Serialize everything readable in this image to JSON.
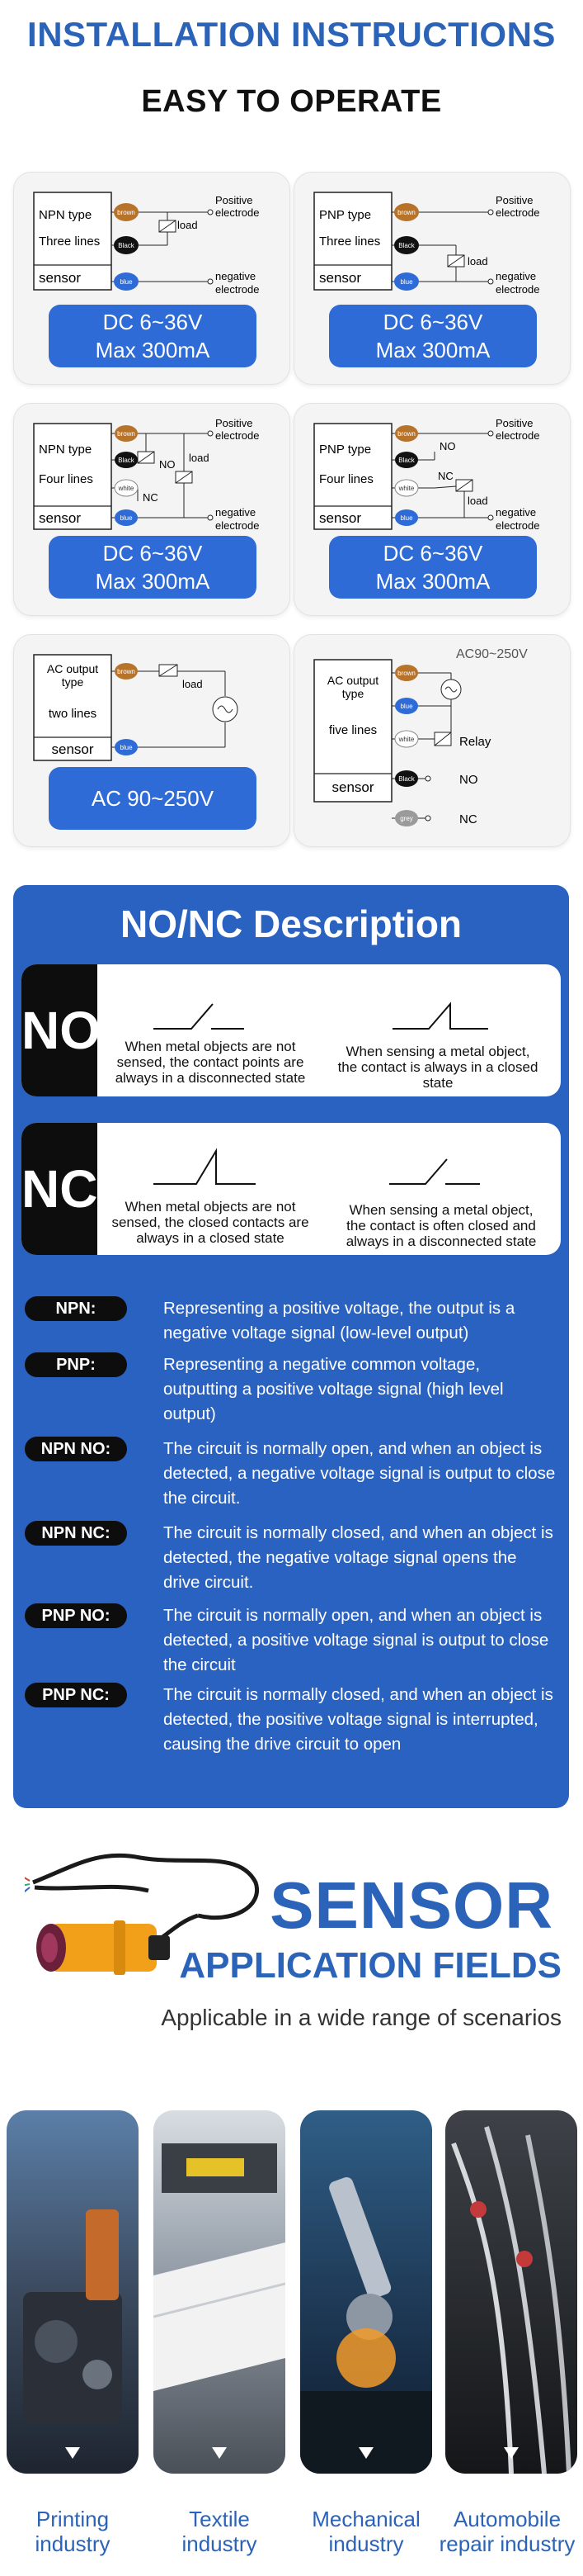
{
  "header": {
    "title": "INSTALLATION INSTRUCTIONS",
    "subtitle": "EASY TO OPERATE"
  },
  "wiring": {
    "wire_labels": {
      "brown": "brown",
      "black": "Black",
      "white": "white",
      "blue": "blue",
      "grey": "grey"
    },
    "load": "load",
    "positive_1": "Positive",
    "positive_2": "electrode",
    "negative_1": "negative",
    "negative_2": "electrode",
    "no": "NO",
    "nc": "NC",
    "relay": "Relay",
    "dc_line1": "DC   6~36V",
    "dc_line2": "Max   300mA",
    "ac_spec": "AC 90~250V",
    "ac_supply": "AC90~250V",
    "cards": [
      {
        "type": "NPN type",
        "lines": "Three lines",
        "sensor": "sensor"
      },
      {
        "type": "PNP type",
        "lines": "Three lines",
        "sensor": "sensor"
      },
      {
        "type": "NPN type",
        "lines": "Four lines",
        "sensor": "sensor"
      },
      {
        "type": "PNP type",
        "lines": "Four lines",
        "sensor": "sensor"
      },
      {
        "type_1": "AC output",
        "type_2": "type",
        "lines": "two lines",
        "sensor": "sensor"
      },
      {
        "type_1": "AC output",
        "type_2": "type",
        "lines": "five lines",
        "sensor": "sensor"
      }
    ]
  },
  "nonc": {
    "title": "NO/NC Description",
    "no_tag": "NO",
    "nc_tag": "NC",
    "no_left": "When metal objects are not sensed, the contact points are always in a disconnected state",
    "no_right": "When sensing a metal object, the contact is always in a closed state",
    "nc_left": "When metal objects are not sensed, the closed contacts are always in a closed state",
    "nc_right": "When sensing a metal object, the contact is often closed and always in a disconnected state",
    "terms": [
      {
        "label": "NPN:",
        "desc": "Representing a positive voltage, the output is a negative voltage signal (low-level output)"
      },
      {
        "label": "PNP:",
        "desc": "Representing a negative common voltage, outputting a positive voltage signal (high level output)"
      },
      {
        "label": "NPN NO:",
        "desc": "The circuit is normally open, and when an object is detected, a negative voltage signal is output to close the circuit."
      },
      {
        "label": "NPN NC:",
        "desc": "The circuit is normally closed, and when an object is detected, the negative voltage signal opens the drive circuit."
      },
      {
        "label": "PNP NO:",
        "desc": " The circuit is normally open, and when an object is detected, a positive voltage signal is output to close the circuit"
      },
      {
        "label": "PNP NC:",
        "desc": "The circuit is normally closed, and when an object is detected, the positive voltage signal is interrupted, causing the drive circuit to open"
      }
    ]
  },
  "application": {
    "sensor": "SENSOR",
    "title": "APPLICATION FIELDS",
    "subtitle": "Applicable in a wide range of scenarios",
    "industries": [
      {
        "line1": "Printing",
        "line2": "industry"
      },
      {
        "line1": "Textile",
        "line2": "industry"
      },
      {
        "line1": "Mechanical",
        "line2": "industry"
      },
      {
        "line1": "Automobile",
        "line2": "repair industry"
      }
    ]
  },
  "colors": {
    "brand_blue": "#2b63b8",
    "badge_blue": "#2e6bd6",
    "panel_blue": "#2a62c2",
    "wire_brown": "#b8732a",
    "wire_black": "#111111",
    "wire_blue": "#2e6bd6",
    "wire_grey": "#9a9a9a"
  }
}
